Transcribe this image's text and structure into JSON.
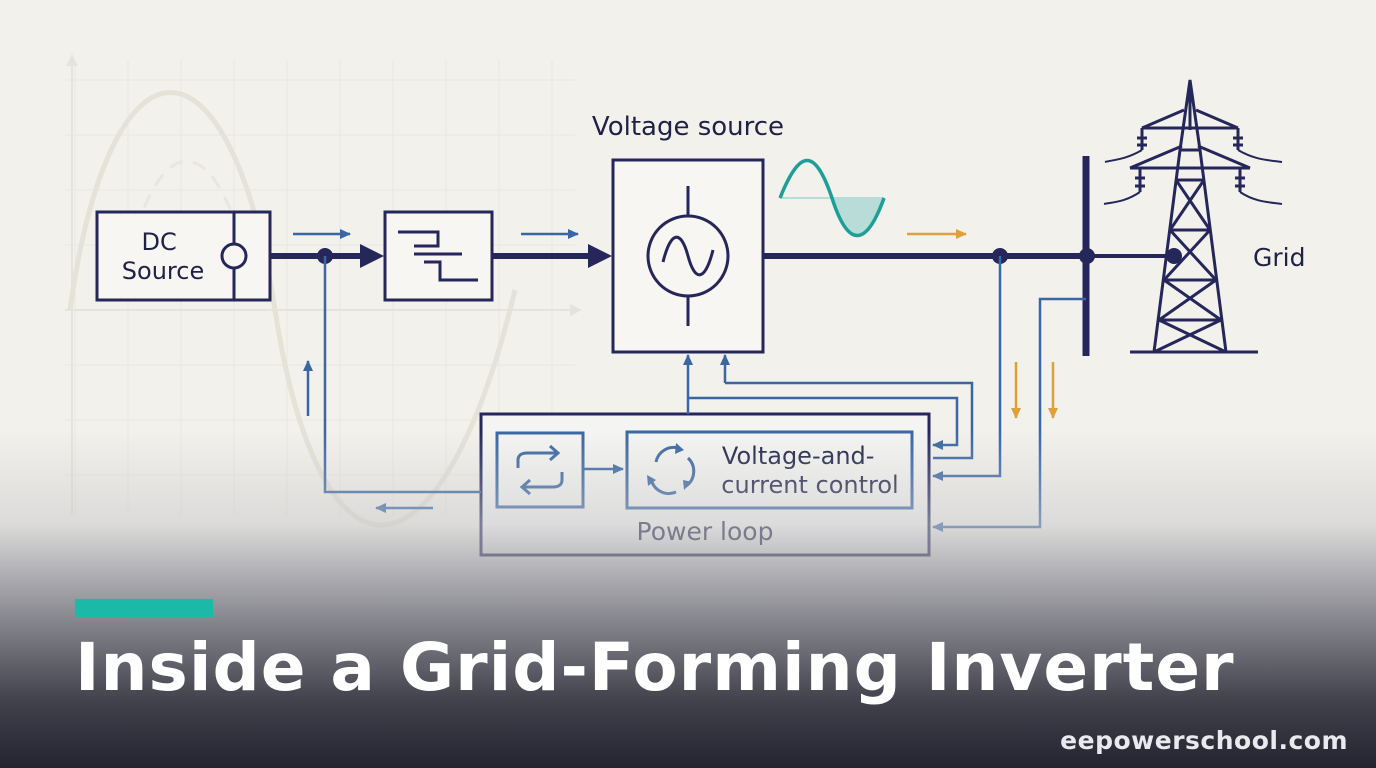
{
  "diagram": {
    "blocks": {
      "dc_source": "DC\nSource",
      "voltage_source": "Voltage source",
      "control": "Voltage-and-\ncurrent control",
      "power_loop": "Power loop",
      "grid": "Grid"
    }
  },
  "headline": "Inside a Grid-Forming Inverter",
  "site": "eepowerschool.com",
  "colors": {
    "navy": "#25275a",
    "blue": "#3a66a3",
    "orange": "#dfa03a",
    "teal": "#1d9e96",
    "accent": "#1bb9a8"
  }
}
